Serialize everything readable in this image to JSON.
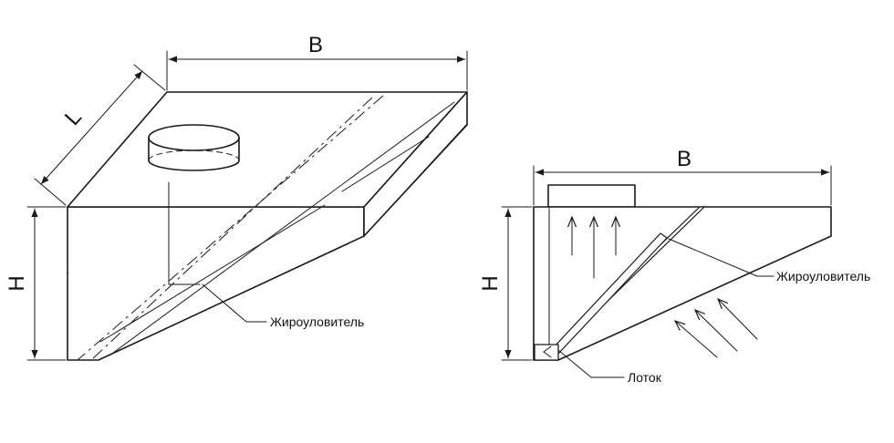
{
  "left_view": {
    "dim_B": "B",
    "dim_L": "L",
    "dim_H": "H",
    "callout_filter": "Жироуловитель"
  },
  "right_view": {
    "dim_B": "B",
    "dim_H": "H",
    "callout_filter": "Жироуловитель",
    "callout_tray": "Лоток"
  },
  "colors": {
    "line": "#1a1a1a",
    "background": "#ffffff"
  }
}
